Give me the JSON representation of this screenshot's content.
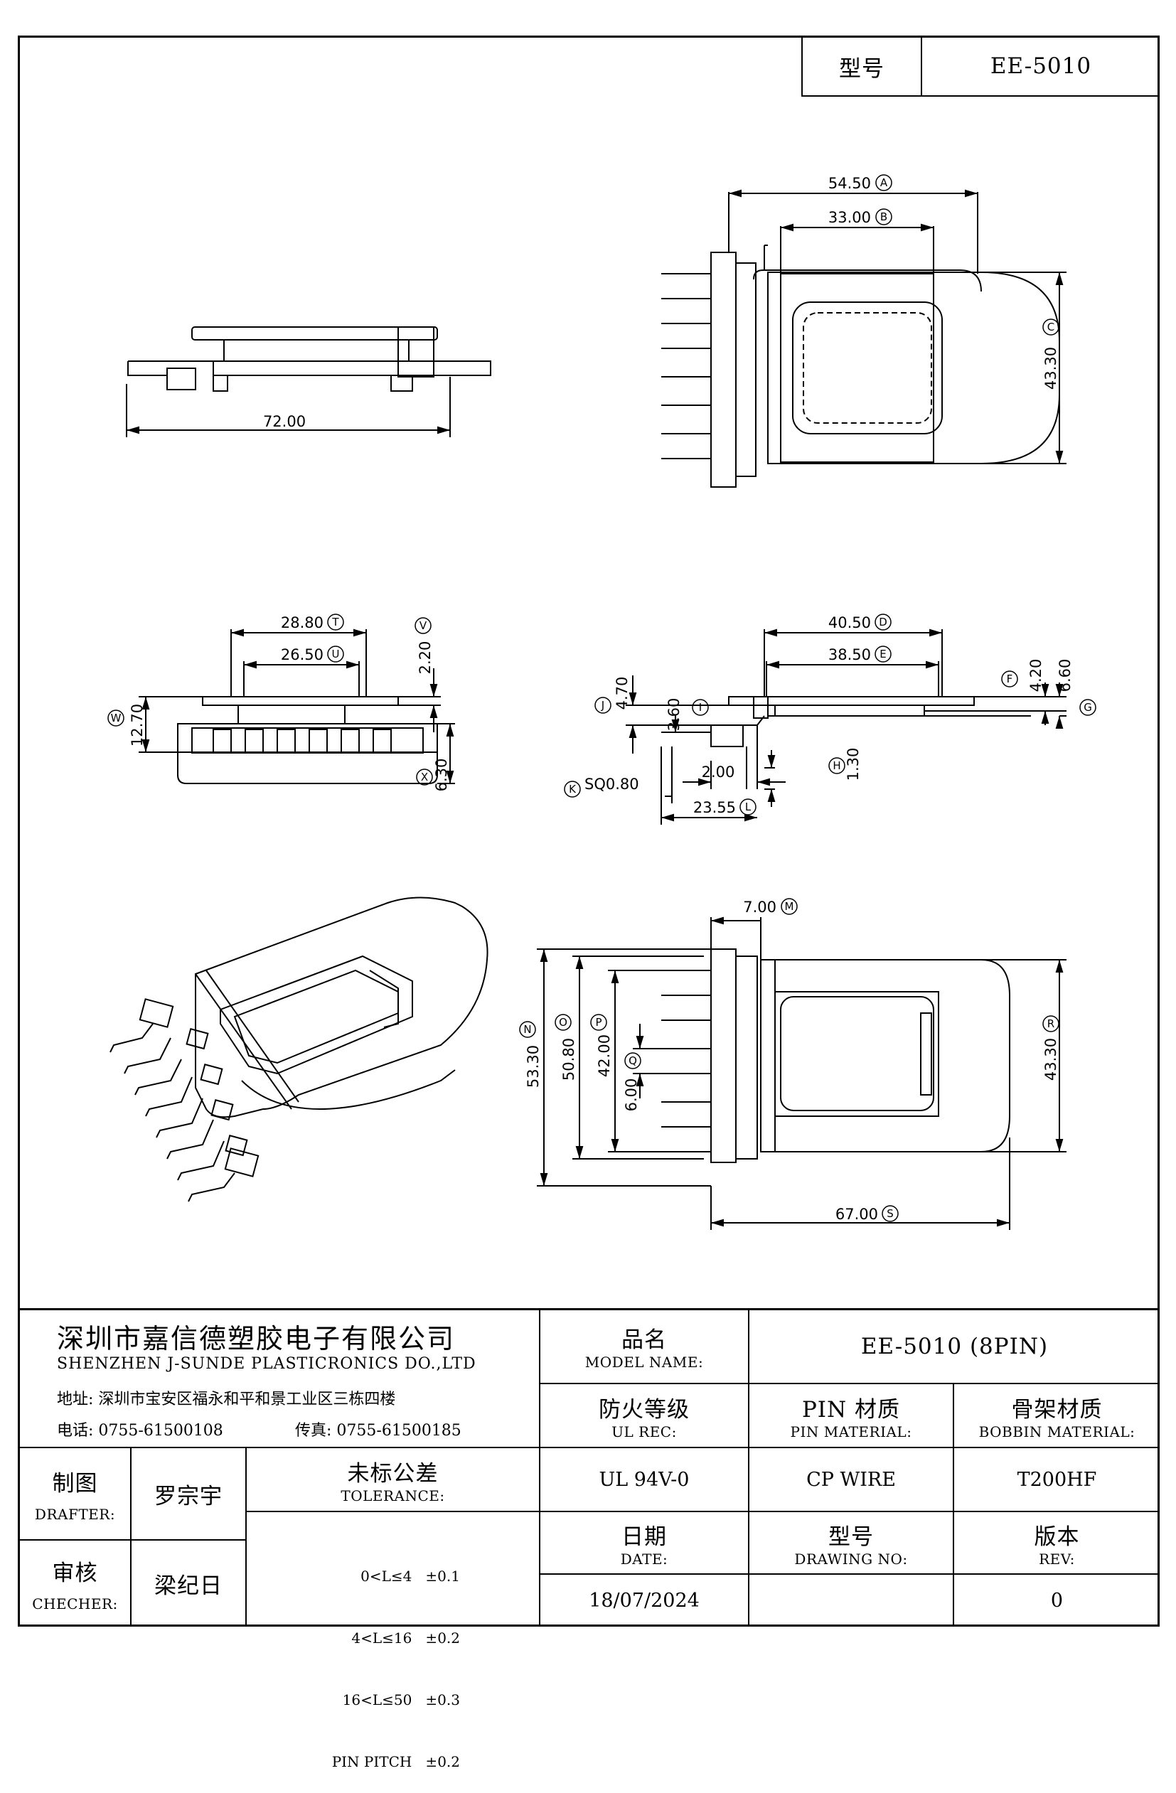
{
  "header": {
    "model_label": "型号",
    "model_value": "EE-5010"
  },
  "dimensions": {
    "A": "54.50",
    "B": "33.00",
    "C": "43.30",
    "D": "40.50",
    "E": "38.50",
    "F": "4.20",
    "G": "6.60",
    "H": "1.30",
    "I": "3.60",
    "J": "4.70",
    "K": "SQ0.80",
    "L": "23.55",
    "M": "7.00",
    "N": "53.30",
    "O": "50.80",
    "P": "42.00",
    "Q": "6.00",
    "R": "43.30",
    "S": "67.00",
    "T": "28.80",
    "U": "26.50",
    "V": "2.20",
    "W": "12.70",
    "X": "6.30",
    "side_length": "72.00",
    "step": "2.00"
  },
  "title_block": {
    "company_cn": "深圳市嘉信德塑胶电子有限公司",
    "company_en": "SHENZHEN J-SUNDE PLASTICRONICS DO.,LTD",
    "address": "地址: 深圳市宝安区福永和平和景工业区三栋四楼",
    "phone": "电话: 0755-61500108",
    "fax": "传真: 0755-61500185",
    "model_name_cn": "品名",
    "model_name_en": "MODEL NAME:",
    "model_name_value": "EE-5010 (8PIN)",
    "ul_cn": "防火等级",
    "ul_en": "UL REC:",
    "pin_cn": "PIN 材质",
    "pin_en": "PIN MATERIAL:",
    "bobbin_cn": "骨架材质",
    "bobbin_en": "BOBBIN MATERIAL:",
    "ul_value": "UL 94V-0",
    "pin_value": "CP WIRE",
    "bobbin_value": "T200HF",
    "drafter_cn": "制图",
    "drafter_en": "DRAFTER:",
    "drafter_name": "罗宗宇",
    "checker_cn": "审核",
    "checker_en": "CHECHER:",
    "checker_name": "梁纪日",
    "tolerance_cn": "未标公差",
    "tolerance_en": "TOLERANCE:",
    "tolerance_rows": [
      "0<L≤4   ±0.1",
      "4<L≤16   ±0.2",
      "16<L≤50   ±0.3",
      "PIN PITCH   ±0.2"
    ],
    "date_cn": "日期",
    "date_en": "DATE:",
    "date_value": "18/07/2024",
    "drawing_cn": "型号",
    "drawing_en": "DRAWING NO:",
    "drawing_value": "",
    "rev_cn": "版本",
    "rev_en": "REV:",
    "rev_value": "0"
  }
}
